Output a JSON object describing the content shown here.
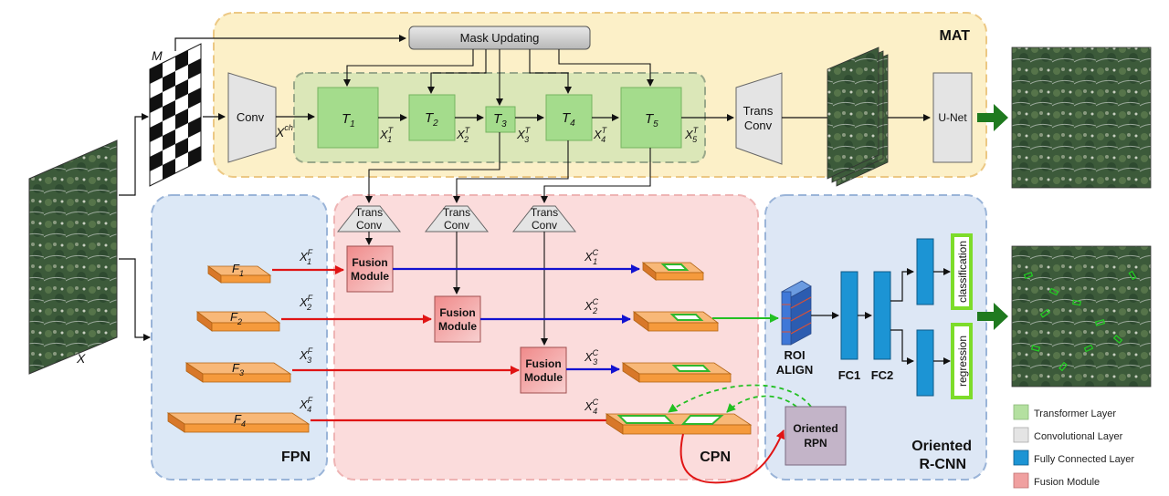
{
  "panels": {
    "mat": "MAT",
    "fpn": "FPN",
    "cpn": "CPN",
    "rcnn_line1": "Oriented",
    "rcnn_line2": "R-CNN"
  },
  "inputs": {
    "mask": "M",
    "image": "X"
  },
  "mat": {
    "mask_updating": "Mask Updating",
    "conv": "Conv",
    "x_ch": "X",
    "x_ch_sup": "ch",
    "transformers": [
      {
        "label": "T",
        "sub": "1"
      },
      {
        "label": "T",
        "sub": "2"
      },
      {
        "label": "T",
        "sub": "3"
      },
      {
        "label": "T",
        "sub": "4"
      },
      {
        "label": "T",
        "sub": "5"
      }
    ],
    "outputs": [
      {
        "x": "X",
        "sub": "1",
        "sup": "T"
      },
      {
        "x": "X",
        "sub": "2",
        "sup": "T"
      },
      {
        "x": "X",
        "sub": "3",
        "sup": "T"
      },
      {
        "x": "X",
        "sub": "4",
        "sup": "T"
      },
      {
        "x": "X",
        "sub": "5",
        "sup": "T"
      }
    ],
    "trans_conv_line1": "Trans",
    "trans_conv_line2": "Conv",
    "unet": "U-Net"
  },
  "cpn": {
    "trans_conv_line1": "Trans",
    "trans_conv_line2": "Conv",
    "fusion_line1": "Fusion",
    "fusion_line2": "Module",
    "features": [
      {
        "f": "F",
        "sub": "1",
        "x": "X",
        "xsub": "1",
        "xsup": "F",
        "c": "X",
        "csub": "1",
        "csup": "C"
      },
      {
        "f": "F",
        "sub": "2",
        "x": "X",
        "xsub": "2",
        "xsup": "F",
        "c": "X",
        "csub": "2",
        "csup": "C"
      },
      {
        "f": "F",
        "sub": "3",
        "x": "X",
        "xsub": "3",
        "xsup": "F",
        "c": "X",
        "csub": "3",
        "csup": "C"
      },
      {
        "f": "F",
        "sub": "4",
        "x": "X",
        "xsub": "4",
        "xsup": "F",
        "c": "X",
        "csub": "4",
        "csup": "C"
      }
    ]
  },
  "rcnn": {
    "roi_line1": "ROI",
    "roi_line2": "ALIGN",
    "fc1": "FC1",
    "fc2": "FC2",
    "classification": "classification",
    "regression": "regression",
    "rpn_line1": "Oriented",
    "rpn_line2": "RPN"
  },
  "legend": [
    {
      "label": "Transformer Layer",
      "color": "#b4e0a0"
    },
    {
      "label": "Convolutional Layer",
      "color": "#e4e4e4"
    },
    {
      "label": "Fully Connected Layer",
      "color": "#1c94d4"
    },
    {
      "label": "Fusion Module",
      "color": "#f0a0a0"
    }
  ],
  "colors": {
    "mat_bg": "#fcf0c8",
    "fpn_bg": "#dce8f6",
    "cpn_bg": "#fbdcdc",
    "rcnn_bg": "#dde7f5",
    "transformer": "#a4dc8c",
    "feature": "#f59a3c",
    "fusion": "#e88080",
    "fc": "#1c94d4",
    "red_arrow": "#e01414",
    "blue_arrow": "#1212d0",
    "green_arrow": "#22c022"
  }
}
